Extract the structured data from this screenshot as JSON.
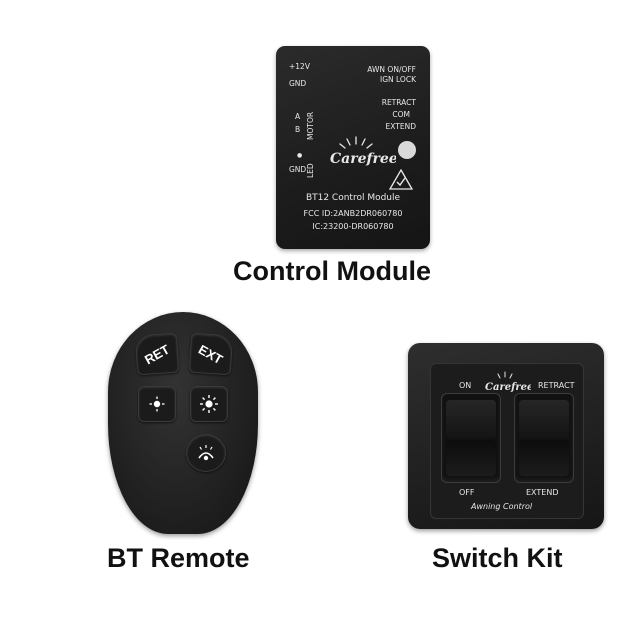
{
  "control_module": {
    "left_labels": [
      "+12V",
      "GND",
      "A",
      "B",
      "GND"
    ],
    "motor_label": "MOTOR",
    "led_label": "LED",
    "right_labels": [
      "AWN ON/OFF",
      "IGN LOCK",
      "RETRACT",
      "COM",
      "EXTEND"
    ],
    "brand": "Carefree",
    "model": "BT12 Control Module",
    "fcc_id": "FCC ID:2ANB2DR060780",
    "ic_id": "IC:23200-DR060780",
    "caption": "Control Module"
  },
  "bt_remote": {
    "buttons": [
      "RET",
      "EXT"
    ],
    "light_icons": [
      "light-dim-icon",
      "light-bright-icon"
    ],
    "awning_icon": "awning-light-icon",
    "caption": "BT Remote"
  },
  "switch_kit": {
    "brand": "Carefree",
    "label_on": "ON",
    "label_off": "OFF",
    "label_retract": "RETRACT",
    "label_extend": "EXTEND",
    "plate_label": "Awning Control",
    "caption": "Switch Kit"
  },
  "colors": {
    "device_body": "#1c1c1c",
    "print": "#e8e8e8",
    "background": "#ffffff",
    "caption": "#111111"
  }
}
